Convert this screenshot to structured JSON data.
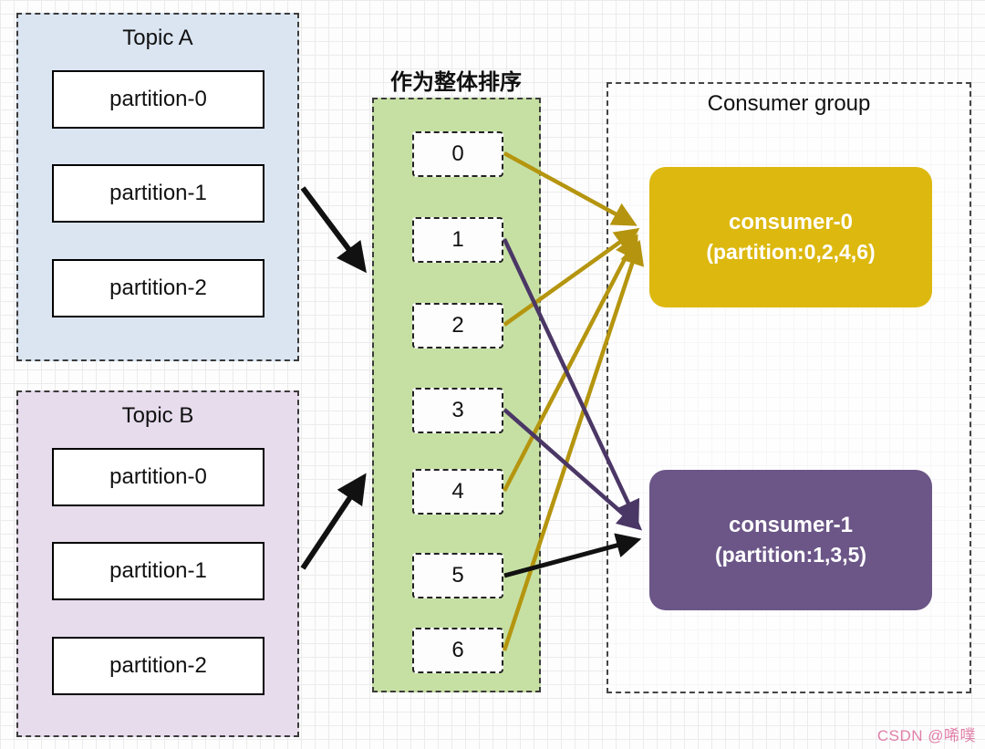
{
  "topic_a": {
    "title": "Topic A",
    "partitions": [
      "partition-0",
      "partition-1",
      "partition-2"
    ]
  },
  "topic_b": {
    "title": "Topic B",
    "partitions": [
      "partition-0",
      "partition-1",
      "partition-2"
    ]
  },
  "queue": {
    "label": "作为整体排序",
    "items": [
      "0",
      "1",
      "2",
      "3",
      "4",
      "5",
      "6"
    ]
  },
  "consumer_group": {
    "title": "Consumer group",
    "consumers": [
      {
        "name": "consumer-0",
        "detail": "(partition:0,2,4,6)",
        "color": "#ddb80e"
      },
      {
        "name": "consumer-1",
        "detail": "(partition:1,3,5)",
        "color": "#6b5687"
      }
    ]
  },
  "colors": {
    "topic_a_fill": "#dbe5f2",
    "topic_b_fill": "#e6dcec",
    "queue_fill": "#c6e0a3",
    "arrow_black": "#111111",
    "arrow_gold": "#b5950f",
    "arrow_purple": "#4b3766"
  },
  "connections": [
    {
      "from": "topic-a",
      "to": "queue",
      "color": "black"
    },
    {
      "from": "topic-b",
      "to": "queue",
      "color": "black"
    },
    {
      "from": "0",
      "to": "consumer-0",
      "color": "gold"
    },
    {
      "from": "1",
      "to": "consumer-1",
      "color": "purple"
    },
    {
      "from": "2",
      "to": "consumer-0",
      "color": "gold"
    },
    {
      "from": "3",
      "to": "consumer-1",
      "color": "purple"
    },
    {
      "from": "4",
      "to": "consumer-0",
      "color": "gold"
    },
    {
      "from": "5",
      "to": "consumer-1",
      "color": "black"
    },
    {
      "from": "6",
      "to": "consumer-0",
      "color": "gold"
    }
  ],
  "watermark": "CSDN @唏噗"
}
